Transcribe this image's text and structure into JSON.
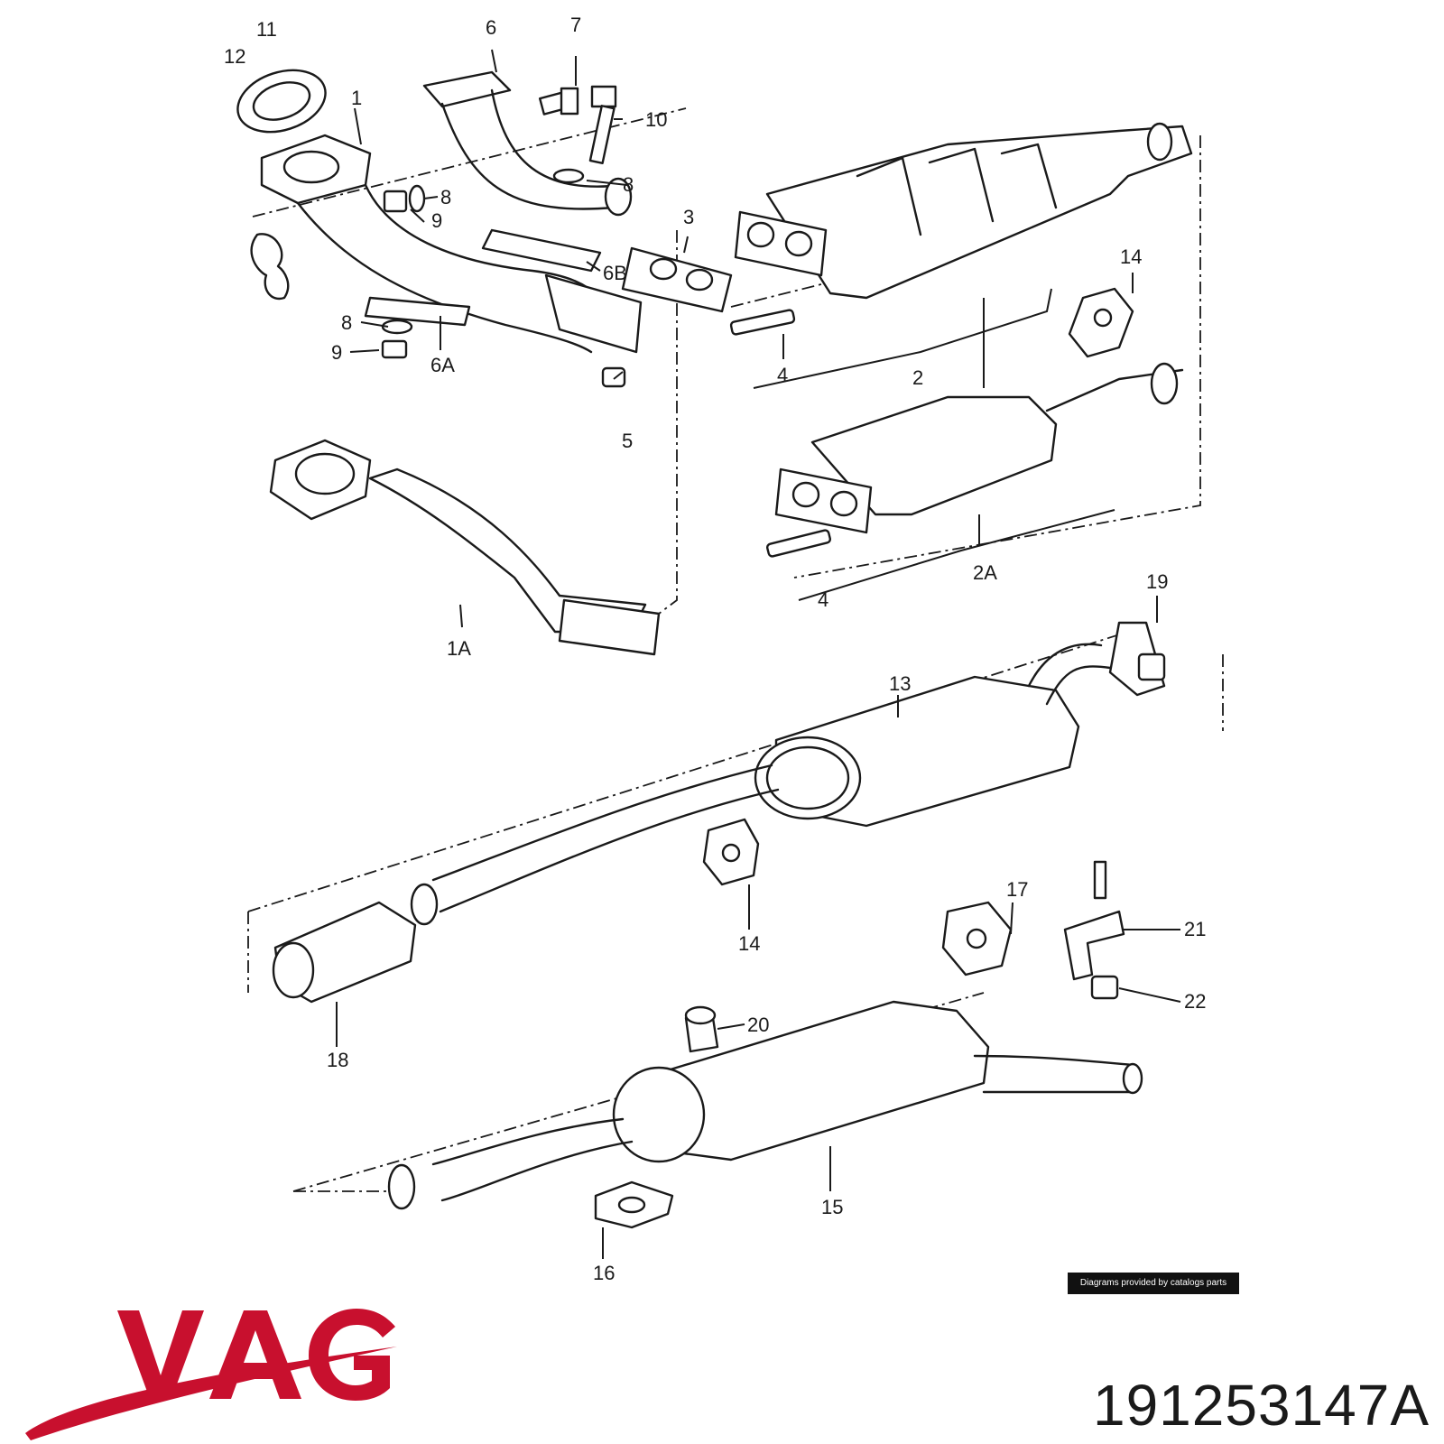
{
  "brand": {
    "name": "VAG",
    "color": "#c8102e"
  },
  "part_number": "191253147A",
  "credit": "Diagrams provided by catalogs parts",
  "callouts": {
    "c1": "1",
    "c1A": "1A",
    "c2": "2",
    "c2A": "2A",
    "c3": "3",
    "c4a": "4",
    "c4b": "4",
    "c5": "5",
    "c6": "6",
    "c6A": "6A",
    "c6B": "6B",
    "c7": "7",
    "c8a": "8",
    "c8b": "8",
    "c8c": "8",
    "c9a": "9",
    "c9b": "9",
    "c10": "10",
    "c11": "11",
    "c12": "12",
    "c13": "13",
    "c14a": "14",
    "c14b": "14",
    "c15": "15",
    "c16": "16",
    "c17": "17",
    "c18": "18",
    "c19": "19",
    "c20": "20",
    "c21": "21",
    "c22": "22"
  }
}
